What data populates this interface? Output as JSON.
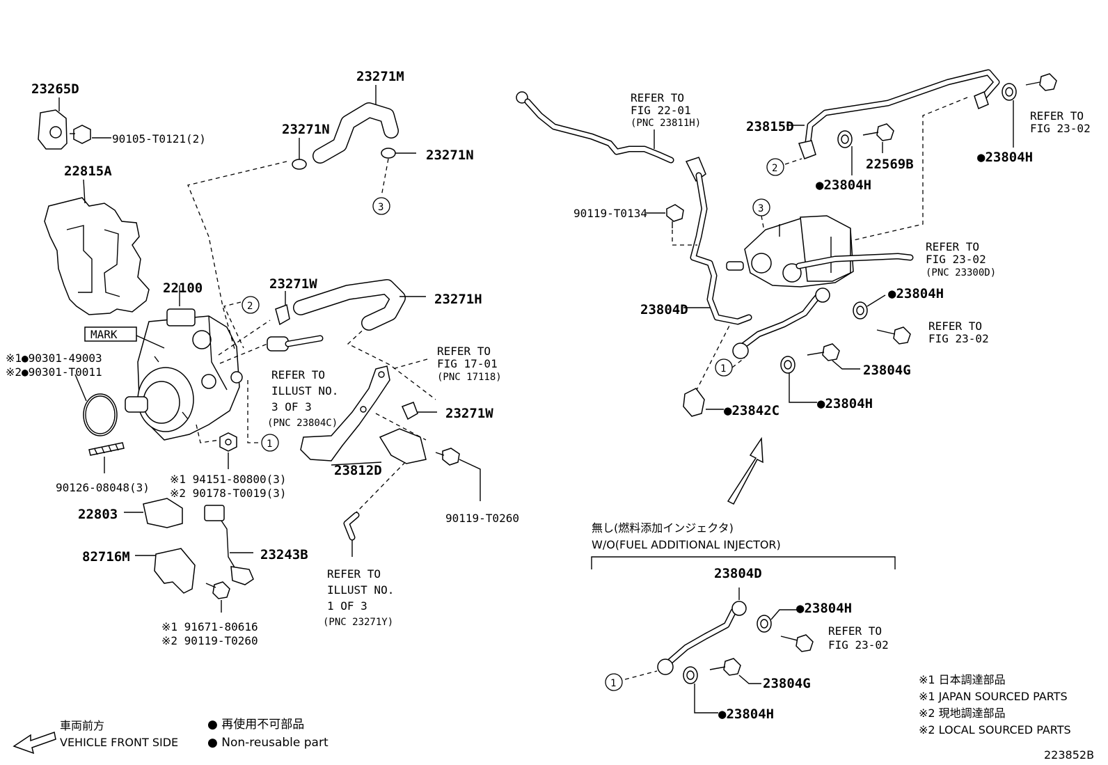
{
  "parts": {
    "p23265D": "23265D",
    "p90105": "90105-T0121(2)",
    "p22815A": "22815A",
    "p23271M": "23271M",
    "p23271N_a": "23271N",
    "p23271N_b": "23271N",
    "p22100": "22100",
    "mark": "MARK",
    "p90301_1": "※1●90301-49003",
    "p90301_2": "※2●90301-T0011",
    "p23271W_a": "23271W",
    "p23271H": "23271H",
    "p23271W_b": "23271W",
    "p23812D": "23812D",
    "p90126": "90126-08048(3)",
    "p94151": "※1 94151-80800(3)",
    "p90178": "※2 90178-T0019(3)",
    "p90119_T0260_a": "90119-T0260",
    "p22803": "22803",
    "p23243B": "23243B",
    "p82716M": "82716M",
    "p91671": "※1 91671-80616",
    "p90119_T0260_b": "※2 90119-T0260",
    "p23815D": "23815D",
    "p22569B": "22569B",
    "p23804H_a": "●23804H",
    "p23804H_b": "●23804H",
    "p90119_T0134": "90119-T0134",
    "p23804D_a": "23804D",
    "p23804H_c": "●23804H",
    "p23804G_a": "23804G",
    "p23804H_d": "●23804H",
    "p23842C": "●23842C",
    "p23804D_b": "23804D",
    "p23804H_e": "●23804H",
    "p23804G_b": "23804G",
    "p23804H_f": "●23804H"
  },
  "refs": {
    "r_fig2201": [
      "REFER TO",
      "FIG 22-01",
      "(PNC 23811H)"
    ],
    "r_fig2302_a": [
      "REFER TO",
      "FIG 23-02"
    ],
    "r_fig2302_b": [
      "REFER TO",
      "FIG 23-02",
      "(PNC 23300D)"
    ],
    "r_fig2302_c": [
      "REFER TO",
      "FIG 23-02"
    ],
    "r_fig1701": [
      "REFER TO",
      "FIG 17-01",
      "(PNC 17118)"
    ],
    "r_illust3": [
      "REFER TO",
      "ILLUST NO.",
      "3 OF 3",
      "(PNC 23804C)"
    ],
    "r_illust1": [
      "REFER TO",
      "ILLUST NO.",
      "1 OF 3",
      "(PNC 23271Y)"
    ],
    "r_fig2302_d": [
      "REFER TO",
      "FIG 23-02"
    ]
  },
  "circles": {
    "c1": "1",
    "c2": "2",
    "c3": "3"
  },
  "variant": {
    "jp": "無し(燃料添加インジェクタ)",
    "en": "W/O(FUEL ADDITIONAL INJECTOR)"
  },
  "legend": {
    "front_jp": "車両前方",
    "front_en": "VEHICLE FRONT SIDE",
    "nonreuse_jp": "● 再使用不可部品",
    "nonreuse_en": "● Non-reusable part",
    "s1_jp": "※1 日本調達部品",
    "s1_en": "※1 JAPAN SOURCED PARTS",
    "s2_jp": "※2 現地調達部品",
    "s2_en": "※2 LOCAL SOURCED PARTS"
  },
  "figure_id": "223852B"
}
